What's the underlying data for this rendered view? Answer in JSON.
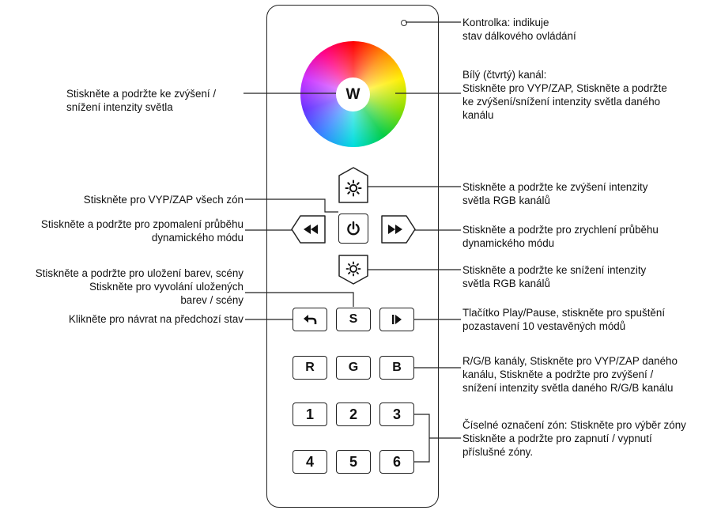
{
  "remote": {
    "buttons": {
      "w": "W",
      "s": "S",
      "r": "R",
      "g": "G",
      "b": "B",
      "zones": [
        "1",
        "2",
        "3",
        "4",
        "5",
        "6"
      ]
    },
    "icons": {
      "brightness_up": "sun-large-icon",
      "brightness_down": "sun-small-icon",
      "power": "power-icon",
      "slow_down": "rewind-icon",
      "speed_up": "fast-forward-icon",
      "back": "return-arrow-icon",
      "play_pause": "play-pause-icon"
    }
  },
  "labels": {
    "indicator": "Kontrolka: indikuje\nstav dálkového ovládání",
    "white_channel": "Bílý (čtvrtý) kanál:\nStiskněte pro VYP/ZAP, Stiskněte a podržte\nke zvýšení/snížení intenzity světla daného\nkanálu",
    "wheel_hold": "Stiskněte a podržte ke zvýšení /\nsnížení intenzity světla",
    "rgb_up": "Stiskněte a podržte ke zvýšení intenzity\nsvětla RGB kanálů",
    "power_all": "Stiskněte pro VYP/ZAP všech zón",
    "slow_down": "Stiskněte a podržte pro zpomalení průběhu\ndynamického módu",
    "speed_up": "Stiskněte a podržte pro zrychlení průběhu\ndynamického módu",
    "rgb_down": "Stiskněte a podržte ke snížení intenzity\nsvětla RGB kanálů",
    "save_recall": "Stiskněte a podržte pro uložení barev, scény\nStiskněte pro vyvolání uložených\nbarev / scény",
    "back": "Klikněte pro návrat na předchozí stav",
    "play_pause": "Tlačítko Play/Pause, stiskněte pro spuštění\npozastavení 10 vestavěných módů",
    "rgb_channels": "R/G/B kanály, Stiskněte pro VYP/ZAP daného\nkanálu, Stiskněte a podržte pro zvýšení /\nsnížení intenzity světla daného R/G/B kanálu",
    "zones": "Číselné označení zón: Stiskněte pro výběr zóny\nStiskněte a podržte pro zapnutí / vypnutí\npříslušné zóny."
  }
}
